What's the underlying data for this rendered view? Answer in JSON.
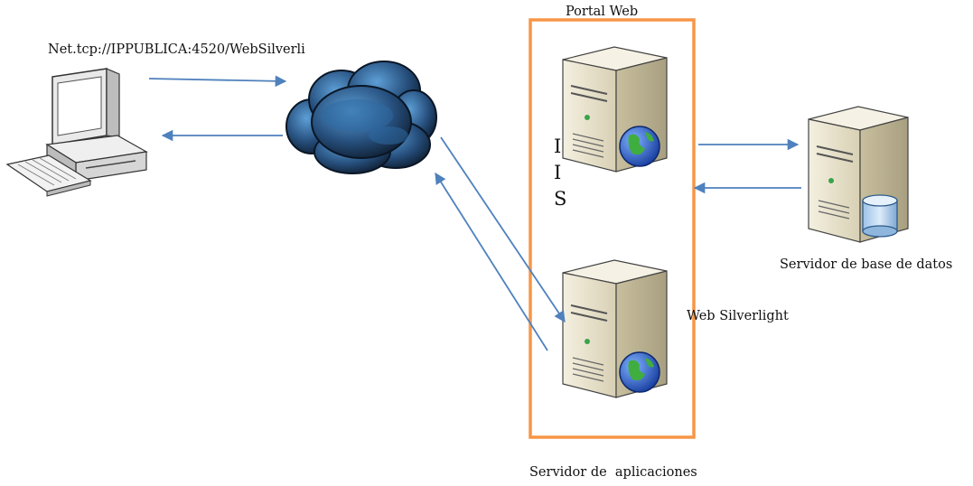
{
  "labels": {
    "url": "Net.tcp://IPPUBLICA:4520/WebSilverli",
    "portal_web": "Portal Web",
    "iis_letters": [
      "I",
      "I",
      "S"
    ],
    "web_silverlight": "Web Silverlight",
    "db_server": "Servidor de base de datos",
    "app_server": "Servidor de  aplicaciones"
  },
  "colors": {
    "arrow": "#4f81bd",
    "app_server_frame": "#f79646",
    "server_body": "#e8e2cc",
    "cloud": "#1e3a5f"
  },
  "icons": {
    "client": "desktop-computer-icon",
    "internet": "cloud-icon",
    "web_server": "server-globe-icon",
    "app_server": "server-globe-icon",
    "db_server": "server-database-icon"
  }
}
